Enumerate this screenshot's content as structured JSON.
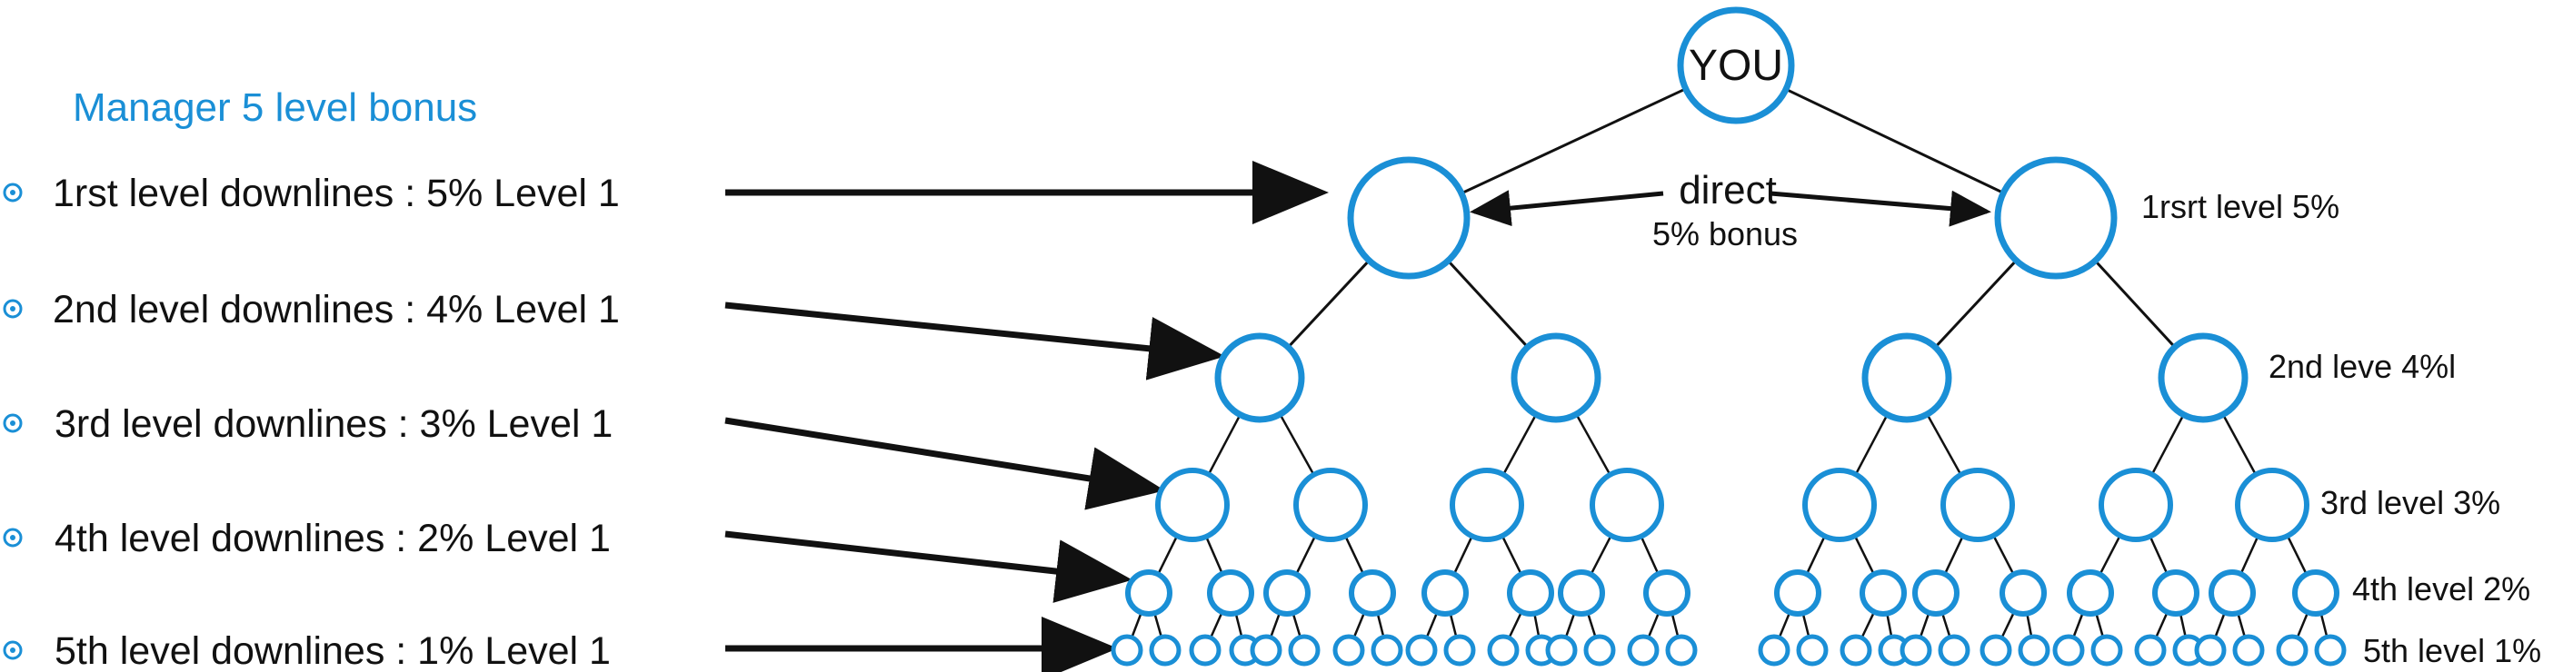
{
  "title": "Manager 5 level bonus",
  "colors": {
    "accent": "#1a8fd6",
    "line": "#111111",
    "background": "#ffffff"
  },
  "root_label": "YOU",
  "direct_label": "direct",
  "direct_bonus": "5% bonus",
  "levels": [
    {
      "left": "1rst level downlines : 5%  Level 1",
      "right": "1rsrt level 5%"
    },
    {
      "left": "2nd level downlines : 4%  Level 1",
      "right": "2nd leve 4%l"
    },
    {
      "left": "3rd level downlines : 3%  Level 1",
      "right": "3rd level 3%"
    },
    {
      "left": "4th level downlines : 2%  Level 1",
      "right": "4th level 2%"
    },
    {
      "left": "5th level downlines : 1%  Level 1",
      "right": "5th level 1%"
    }
  ],
  "tree": {
    "depth": 5,
    "branching": 2
  },
  "icons": {
    "bullet": "target-bullet-icon",
    "arrow": "arrow-right-icon"
  }
}
